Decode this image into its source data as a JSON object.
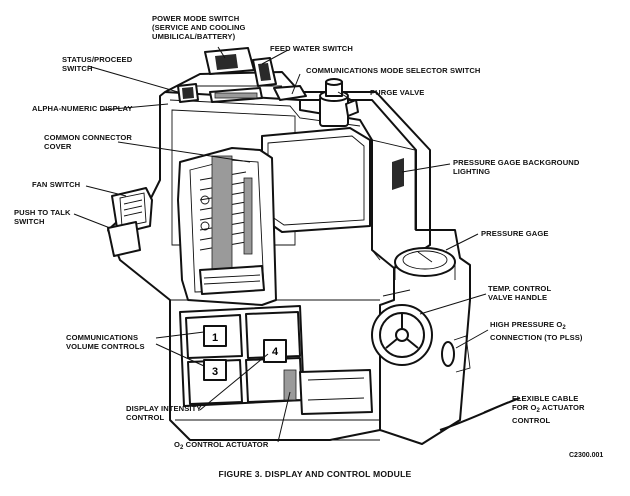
{
  "figure": {
    "caption": "FIGURE 3. DISPLAY AND CONTROL MODULE",
    "figure_id": "C2300.001"
  },
  "labels": {
    "power_mode_switch": [
      "POWER MODE SWITCH",
      "(SERVICE AND COOLING",
      "UMBILICAL/BATTERY)"
    ],
    "feed_water_switch": [
      "FEED WATER SWITCH"
    ],
    "status_proceed_switch": [
      "STATUS/PROCEED",
      "SWITCH"
    ],
    "communications_mode_selector_switch": [
      "COMMUNICATIONS MODE SELECTOR SWITCH"
    ],
    "purge_valve": [
      "PURGE VALVE"
    ],
    "alpha_numeric_display": [
      "ALPHA-NUMERIC DISPLAY"
    ],
    "common_connector_cover": [
      "COMMON CONNECTOR",
      "COVER"
    ],
    "pressure_gage_background_lighting": [
      "PRESSURE GAGE BACKGROUND",
      "LIGHTING"
    ],
    "fan_switch": [
      "FAN SWITCH"
    ],
    "push_to_talk_switch": [
      "PUSH TO TALK",
      "SWITCH"
    ],
    "pressure_gage": [
      "PRESSURE GAGE"
    ],
    "temp_control_valve_handle": [
      "TEMP. CONTROL",
      "VALVE HANDLE"
    ],
    "high_pressure_o2_connection": [
      "HIGH PRESSURE O",
      "2",
      " CONNECTION (TO PLSS)"
    ],
    "communications_volume_controls": [
      "COMMUNICATIONS",
      "VOLUME CONTROLS"
    ],
    "display_intensity_control": [
      "DISPLAY INTENSITY",
      "CONTROL"
    ],
    "o2_control_actuator": [
      "O",
      "2",
      " CONTROL ACTUATOR"
    ],
    "flexible_cable": [
      "FLEXIBLE CABLE",
      "FOR O",
      "2",
      " ACTUATOR",
      "CONTROL"
    ]
  },
  "knob_numbers": [
    "1",
    "4",
    "3"
  ]
}
